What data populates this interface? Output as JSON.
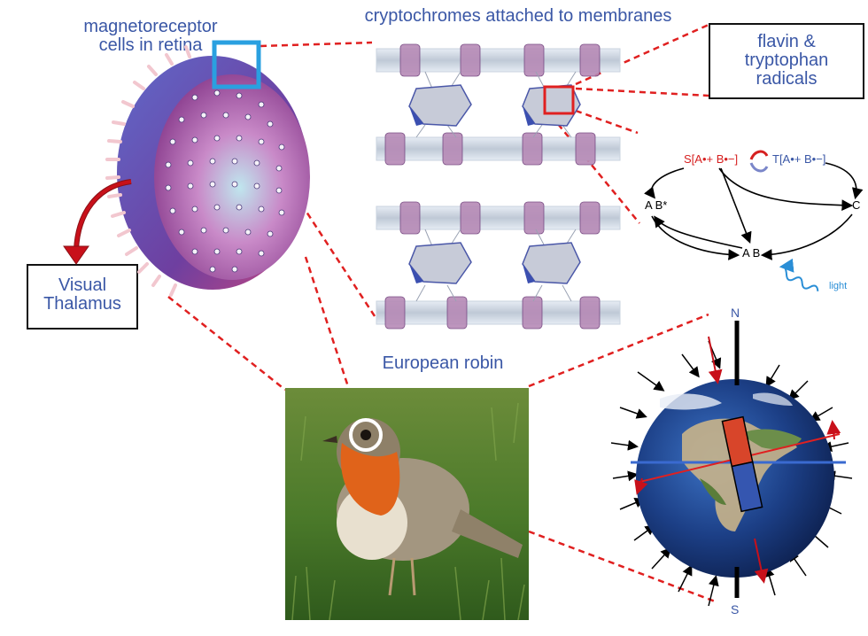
{
  "labels": {
    "retina": "magnetoreceptor\ncells in retina",
    "cryptochromes": "cryptochromes attached to membranes",
    "radicals": "flavin &\ntryptophan\nradicals",
    "thalamus": "Visual\nThalamus",
    "robin": "European robin"
  },
  "scheme": {
    "singlet": "S[A•+ B•−]",
    "triplet": "T[A•+ B•−]",
    "excited": "A B*",
    "ground": "A B",
    "product": "C",
    "light": "light"
  },
  "compass": {
    "north": "N",
    "south": "S"
  },
  "colors": {
    "label_blue": "#3a57a6",
    "dashed_red": "#e02020",
    "frame_blue": "#2aa0e0",
    "arrow_red": "#c8101a",
    "earth_blue": "#2a5aa8",
    "magnet_red": "#d8452a",
    "magnet_blue": "#3556b0"
  },
  "icons": [
    "curved-arrow-icon",
    "wavy-light-icon",
    "eye-circle-icon"
  ]
}
